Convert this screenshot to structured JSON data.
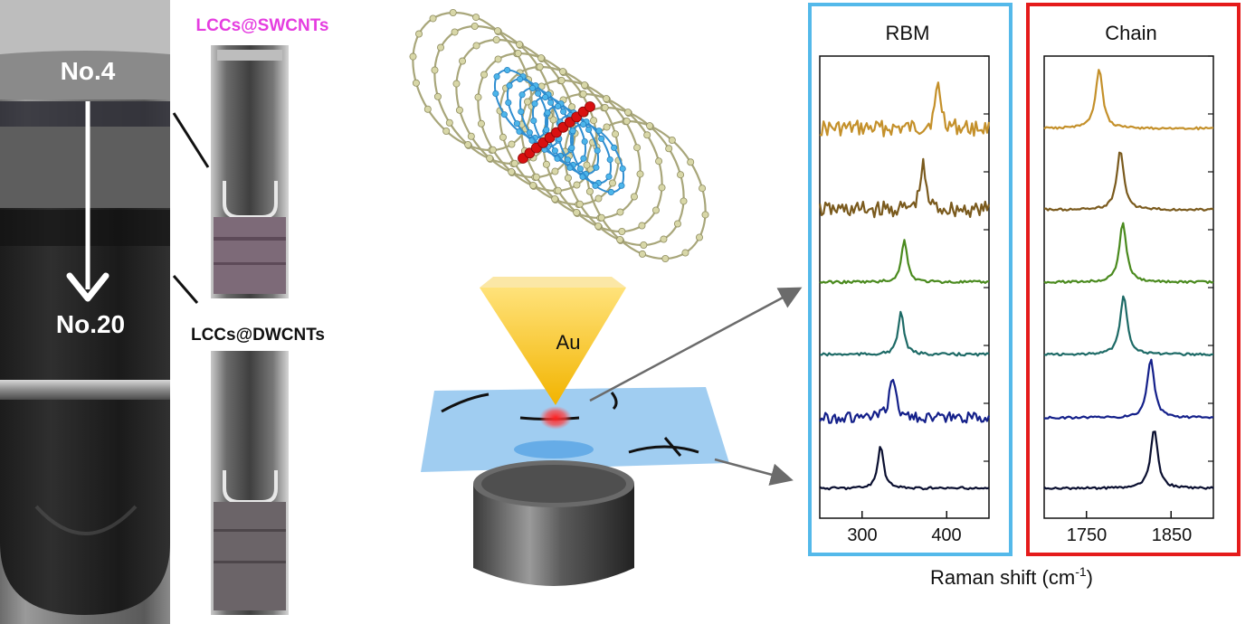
{
  "photo": {
    "tube_top_label": "No.4",
    "tube_bottom_label": "No.20",
    "cuvette_top_label": "LCCs@SWCNTs",
    "cuvette_bottom_label": "LCCs@DWCNTs",
    "accent_magenta": "#e53de0"
  },
  "schematic": {
    "tip_label": "Au",
    "tip_color": "#f7c623",
    "outer_tube_color": "#d8d7a8",
    "inner_tube_color": "#4db5ea",
    "chain_color": "#d81010",
    "substrate_color": "#8fc4ee"
  },
  "spectra": {
    "rbm_title": "RBM",
    "chain_title": "Chain",
    "rbm_frame_color": "#54b9ea",
    "chain_frame_color": "#e51b1b",
    "xlabel": "Raman shift (cm",
    "xlabel_sup": "-1",
    "xlabel_close": ")",
    "rbm_ticks": [
      "300",
      "400"
    ],
    "chain_ticks": [
      "1750",
      "1850"
    ]
  },
  "chart_data": [
    {
      "type": "line",
      "title": "RBM",
      "xlabel": "Raman shift (cm-1)",
      "xlim": [
        250,
        450
      ],
      "x_ticks": [
        300,
        400
      ],
      "series": [
        {
          "color": "#c4902a",
          "peak": 390,
          "noise": "high"
        },
        {
          "color": "#7a5a1d",
          "peak": 372,
          "noise": "high"
        },
        {
          "color": "#4a8a1e",
          "peak": 350,
          "noise": "low"
        },
        {
          "color": "#1d6a66",
          "peak": 346,
          "noise": "low"
        },
        {
          "color": "#14208a",
          "peak": 336,
          "noise": "medium"
        },
        {
          "color": "#0a0f30",
          "peak": 322,
          "noise": "low"
        }
      ]
    },
    {
      "type": "line",
      "title": "Chain",
      "xlabel": "Raman shift (cm-1)",
      "xlim": [
        1700,
        1900
      ],
      "x_ticks": [
        1750,
        1850
      ],
      "series": [
        {
          "color": "#c4902a",
          "peak": 1765
        },
        {
          "color": "#7a5a1d",
          "peak": 1790
        },
        {
          "color": "#4a8a1e",
          "peak": 1793
        },
        {
          "color": "#1d6a66",
          "peak": 1794
        },
        {
          "color": "#14208a",
          "peak": 1826
        },
        {
          "color": "#0a0f30",
          "peak": 1830
        }
      ]
    }
  ]
}
